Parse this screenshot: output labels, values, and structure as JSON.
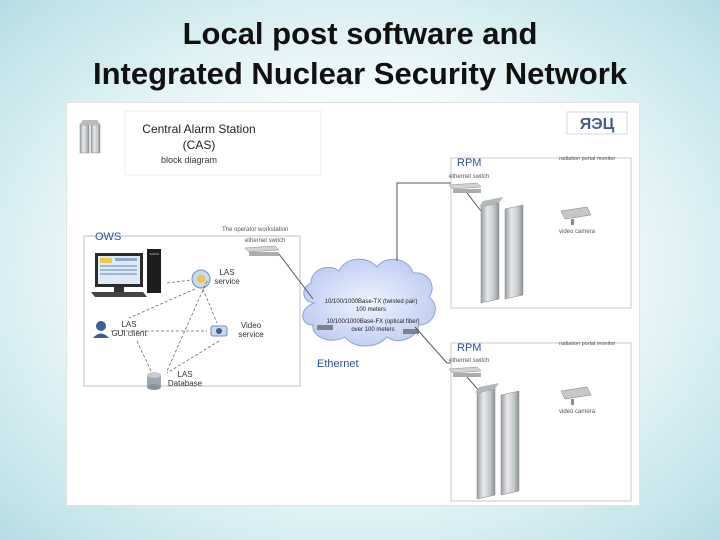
{
  "title_line1": "Local post software and",
  "title_line2": "Integrated Nuclear Security Network",
  "cas": {
    "name": "Central Alarm Station",
    "abbr": "(CAS)",
    "subtitle": "block diagram"
  },
  "logo_text": "ЯЭЦ",
  "ows": {
    "label": "OWS",
    "workstation_label": "The operator workstation",
    "switch_label": "ethernet switch",
    "las_service": [
      "LAS",
      "service"
    ],
    "gui_client": [
      "LAS",
      "GUI client"
    ],
    "video_service": [
      "Video",
      "service"
    ],
    "las_database": [
      "LAS",
      "Database"
    ]
  },
  "ethernet": {
    "label": "Ethernet",
    "lines": [
      "10/100/1000Base-TX (twisted pair)",
      "100 meters",
      "10/100/1000Base-FX (optical fiber)",
      "over 100 meters"
    ]
  },
  "rpm": [
    {
      "label": "RPM",
      "monitor_label": "radiation portal monitor",
      "switch_label": "ethernet switch",
      "camera_label": "video camera"
    },
    {
      "label": "RPM",
      "monitor_label": "radiation portal monitor",
      "switch_label": "ethernet switch",
      "camera_label": "video camera"
    }
  ]
}
